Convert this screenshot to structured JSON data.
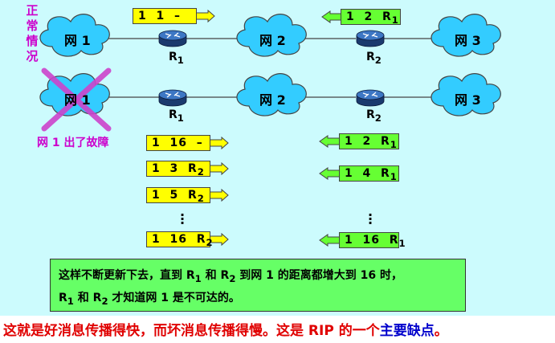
{
  "side_label": "正常情况",
  "fault_label": "网 1 出了故障",
  "networks_top": [
    "网 1",
    "网 2",
    "网 3"
  ],
  "networks_bottom": [
    "网 1",
    "网 2",
    "网 3"
  ],
  "routers": [
    {
      "name": "R",
      "sub": "1"
    },
    {
      "name": "R",
      "sub": "2"
    }
  ],
  "top_row": {
    "r1_update": {
      "net": "1",
      "dist": "1",
      "next": "–"
    },
    "r2_update": {
      "net": "1",
      "dist": "2",
      "next": "R",
      "next_sub": "1"
    }
  },
  "r1_updates": [
    {
      "net": "1",
      "dist": "16",
      "next": "–",
      "next_sub": ""
    },
    {
      "net": "1",
      "dist": "3",
      "next": "R",
      "next_sub": "2"
    },
    {
      "net": "1",
      "dist": "5",
      "next": "R",
      "next_sub": "2"
    },
    {
      "net": "1",
      "dist": "16",
      "next": "R",
      "next_sub": "2"
    }
  ],
  "r2_updates": [
    {
      "net": "1",
      "dist": "2",
      "next": "R",
      "next_sub": "1"
    },
    {
      "net": "1",
      "dist": "4",
      "next": "R",
      "next_sub": "1"
    },
    {
      "net": "1",
      "dist": "16",
      "next": "R",
      "next_sub": "1"
    }
  ],
  "info": {
    "line1_a": "这样不断更新下去，直到 R",
    "line1_s1": "1",
    "line1_b": " 和 R",
    "line1_s2": "2",
    "line1_c": " 到网 1 的距离都增大到 16 时，",
    "line2_a": "R",
    "line2_s1": "1",
    "line2_b": " 和 R",
    "line2_s2": "2",
    "line2_c": " 才知道网 1 是不可达的。"
  },
  "bottom_note": {
    "part1": "这就是好消息传播得快，而坏消息传播得慢。这是 RIP 的一个",
    "highlight": "主要缺点",
    "part2": "。"
  },
  "colors": {
    "background": "#ccfbfd",
    "cloud": "#33ccff",
    "yellow_box": "#ffff00",
    "green_box": "#66ff33",
    "fault": "#cc00cc",
    "warning_text": "#e00000",
    "highlight_text": "#0000cc"
  }
}
